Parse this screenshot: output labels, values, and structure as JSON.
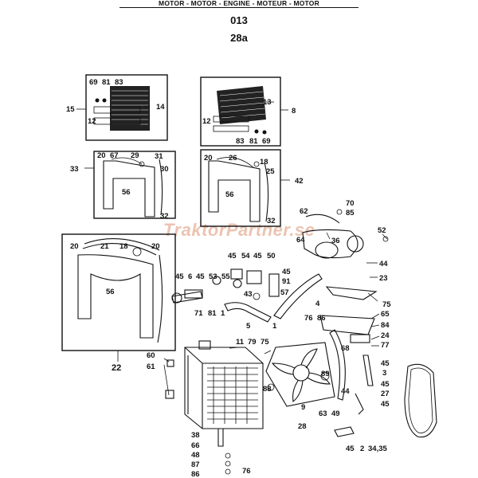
{
  "header": {
    "title_bar": "MOTOR - MOTOR - ENGINE - MOTEUR - MOTOR",
    "group_code": "013",
    "page_code": "28a"
  },
  "watermark": {
    "text": "TraktorPartner.se"
  },
  "callouts": {
    "c15": "15",
    "c69a": "69",
    "c81a": "81",
    "c83a": "83",
    "c14": "14",
    "c12a": "12",
    "c8": "8",
    "c13": "13",
    "c12b": "12",
    "c83b": "83",
    "c81b": "81",
    "c69b": "69",
    "c33": "33",
    "c20a": "20",
    "c67": "67",
    "c29": "29",
    "c31": "31",
    "c30": "30",
    "c56a": "56",
    "c32a": "32",
    "c42": "42",
    "c20b": "20",
    "c26": "26",
    "c18a": "18",
    "c25": "25",
    "c56b": "56",
    "c32b": "32",
    "c22": "22",
    "c20c": "20",
    "c21": "21",
    "c18b": "18",
    "c20d": "20",
    "c56c": "56",
    "c70": "70",
    "c85": "85",
    "c62": "62",
    "c52": "52",
    "c36": "36",
    "c64": "64",
    "c44a": "44",
    "c23": "23",
    "c75": "75",
    "c65": "65",
    "c84": "84",
    "c24": "24",
    "c77": "77",
    "c45a": "45",
    "c3": "3",
    "c45b": "45",
    "c27": "27",
    "c45c": "45",
    "c45d": "45",
    "c54": "54",
    "c45e": "45",
    "c50": "50",
    "c45f": "45",
    "c6": "6",
    "c45g": "45",
    "c53": "53",
    "c55": "55",
    "c45h": "45",
    "c91": "91",
    "c43": "43",
    "c57": "57",
    "c71": "71",
    "c81c": "81",
    "c1a": "1",
    "c5": "5",
    "c4": "4",
    "c76a": "76",
    "c86a": "86",
    "c1b": "1",
    "c60": "60",
    "c61": "61",
    "c11": "11",
    "c79": "79",
    "c75b": "75",
    "c88": "88",
    "c89": "89",
    "c68": "68",
    "c44b": "44",
    "c9": "9",
    "c63": "63",
    "c49": "49",
    "c28": "28",
    "c38": "38",
    "c66": "66",
    "c48": "48",
    "c87": "87",
    "c86b": "86",
    "c76b": "76",
    "c45i": "45",
    "c2": "2",
    "c3435": "34,35"
  }
}
